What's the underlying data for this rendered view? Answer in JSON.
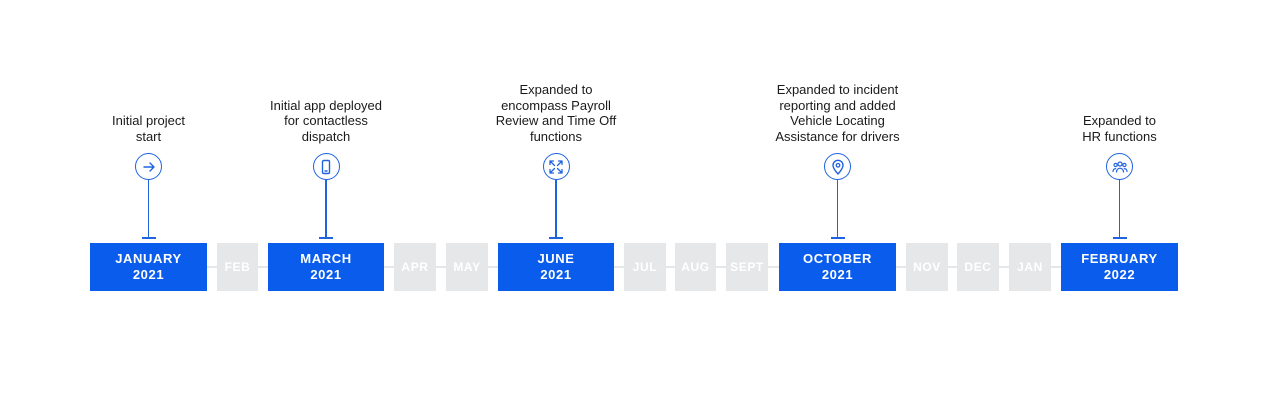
{
  "timeline": [
    {
      "kind": "milestone",
      "label_top": "JANUARY",
      "label_bottom": "2021",
      "caption": [
        "Initial project",
        "start"
      ],
      "icon": "arrow-right-icon"
    },
    {
      "kind": "month",
      "label": "FEB"
    },
    {
      "kind": "milestone",
      "label_top": "MARCH",
      "label_bottom": "2021",
      "caption": [
        "Initial app deployed",
        "for contactless",
        "dispatch"
      ],
      "icon": "smartphone-icon"
    },
    {
      "kind": "month",
      "label": "APR"
    },
    {
      "kind": "month",
      "label": "MAY"
    },
    {
      "kind": "milestone",
      "label_top": "JUNE",
      "label_bottom": "2021",
      "caption": [
        "Expanded to",
        "encompass Payroll",
        "Review and Time Off",
        "functions"
      ],
      "icon": "expand-arrows-icon"
    },
    {
      "kind": "month",
      "label": "JUL"
    },
    {
      "kind": "month",
      "label": "AUG"
    },
    {
      "kind": "month",
      "label": "SEPT"
    },
    {
      "kind": "milestone",
      "label_top": "OCTOBER",
      "label_bottom": "2021",
      "caption": [
        "Expanded to incident",
        "reporting and added",
        "Vehicle Locating",
        "Assistance for drivers"
      ],
      "icon": "map-pin-icon"
    },
    {
      "kind": "month",
      "label": "NOV"
    },
    {
      "kind": "month",
      "label": "DEC"
    },
    {
      "kind": "month",
      "label": "JAN"
    },
    {
      "kind": "milestone",
      "label_top": "FEBRUARY",
      "label_bottom": "2022",
      "caption": [
        "Expanded to",
        "HR functions"
      ],
      "icon": "users-group-icon"
    }
  ],
  "colors": {
    "accent": "#0a5ced",
    "inactive": "#e6e7e8",
    "text": "#1a1a1a"
  }
}
